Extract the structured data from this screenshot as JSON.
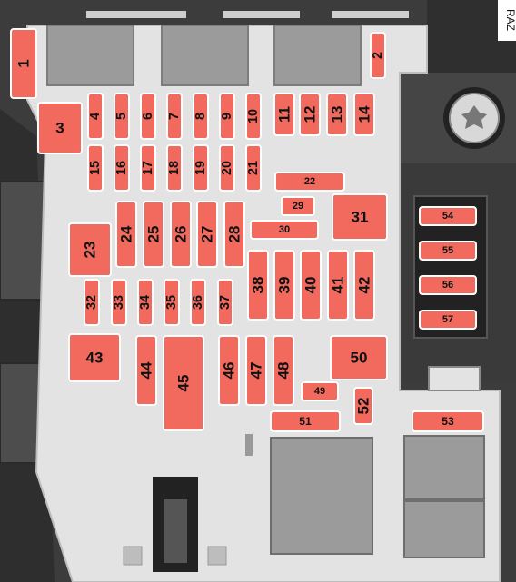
{
  "code": "RAZ",
  "colors": {
    "fuse": "#f26a5e",
    "fuse_border": "#ffffff",
    "panel": "#e3e3e3",
    "housing": "#4a4a4a",
    "relay": "#9b9b9b",
    "label": "#111111"
  },
  "fuses": [
    {
      "id": "f1",
      "label": "1"
    },
    {
      "id": "f2",
      "label": "2"
    },
    {
      "id": "f3",
      "label": "3"
    },
    {
      "id": "f4",
      "label": "4"
    },
    {
      "id": "f5",
      "label": "5"
    },
    {
      "id": "f6",
      "label": "6"
    },
    {
      "id": "f7",
      "label": "7"
    },
    {
      "id": "f8",
      "label": "8"
    },
    {
      "id": "f9",
      "label": "9"
    },
    {
      "id": "f10",
      "label": "10"
    },
    {
      "id": "f11",
      "label": "11"
    },
    {
      "id": "f12",
      "label": "12"
    },
    {
      "id": "f13",
      "label": "13"
    },
    {
      "id": "f14",
      "label": "14"
    },
    {
      "id": "f15",
      "label": "15"
    },
    {
      "id": "f16",
      "label": "16"
    },
    {
      "id": "f17",
      "label": "17"
    },
    {
      "id": "f18",
      "label": "18"
    },
    {
      "id": "f19",
      "label": "19"
    },
    {
      "id": "f20",
      "label": "20"
    },
    {
      "id": "f21",
      "label": "21"
    },
    {
      "id": "f22",
      "label": "22"
    },
    {
      "id": "f23",
      "label": "23"
    },
    {
      "id": "f24",
      "label": "24"
    },
    {
      "id": "f25",
      "label": "25"
    },
    {
      "id": "f26",
      "label": "26"
    },
    {
      "id": "f27",
      "label": "27"
    },
    {
      "id": "f28",
      "label": "28"
    },
    {
      "id": "f29",
      "label": "29"
    },
    {
      "id": "f30",
      "label": "30"
    },
    {
      "id": "f31",
      "label": "31"
    },
    {
      "id": "f32",
      "label": "32"
    },
    {
      "id": "f33",
      "label": "33"
    },
    {
      "id": "f34",
      "label": "34"
    },
    {
      "id": "f35",
      "label": "35"
    },
    {
      "id": "f36",
      "label": "36"
    },
    {
      "id": "f37",
      "label": "37"
    },
    {
      "id": "f38",
      "label": "38"
    },
    {
      "id": "f39",
      "label": "39"
    },
    {
      "id": "f40",
      "label": "40"
    },
    {
      "id": "f41",
      "label": "41"
    },
    {
      "id": "f42",
      "label": "42"
    },
    {
      "id": "f43",
      "label": "43"
    },
    {
      "id": "f44",
      "label": "44"
    },
    {
      "id": "f45",
      "label": "45"
    },
    {
      "id": "f46",
      "label": "46"
    },
    {
      "id": "f47",
      "label": "47"
    },
    {
      "id": "f48",
      "label": "48"
    },
    {
      "id": "f49",
      "label": "49"
    },
    {
      "id": "f50",
      "label": "50"
    },
    {
      "id": "f51",
      "label": "51"
    },
    {
      "id": "f52",
      "label": "52"
    },
    {
      "id": "f53",
      "label": "53"
    },
    {
      "id": "f54",
      "label": "54"
    },
    {
      "id": "f55",
      "label": "55"
    },
    {
      "id": "f56",
      "label": "56"
    },
    {
      "id": "f57",
      "label": "57"
    }
  ]
}
